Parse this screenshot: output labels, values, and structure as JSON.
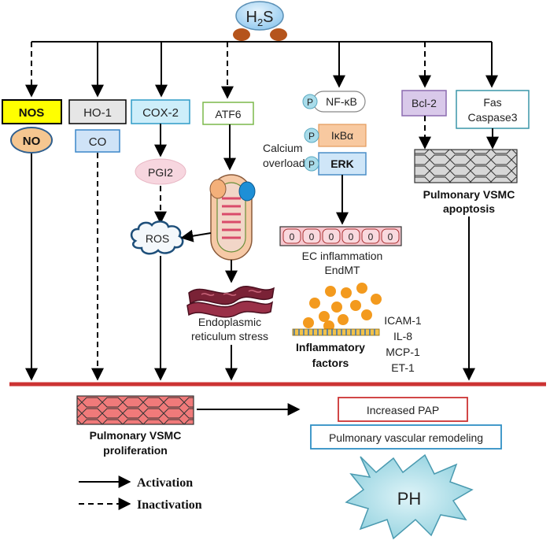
{
  "source": {
    "formula": "H2S",
    "main": "H",
    "sub": "2",
    "tail": "S"
  },
  "pathways": {
    "nos": "NOS",
    "no": "NO",
    "ho1": "HO-1",
    "co": "CO",
    "cox2": "COX-2",
    "pgi2": "PGI2",
    "ros": "ROS",
    "atf6": "ATF6",
    "calcium": [
      "Calcium",
      "overload"
    ],
    "er_stress": [
      "Endoplasmic",
      "reticulum stress"
    ],
    "p": "P",
    "nfkb": "NF-κB",
    "ikba": "IκBα",
    "erk": "ERK",
    "ec_inflammation": [
      "EC inflammation",
      "EndMT"
    ],
    "ec_cells": [
      "0",
      "0",
      "0",
      "0",
      "0",
      "0"
    ],
    "inflammatory_factors": [
      "Inflammatory",
      "factors"
    ],
    "factor_list": [
      "ICAM-1",
      "IL-8",
      "MCP-1",
      "ET-1"
    ],
    "bcl2": "Bcl-2",
    "fas": [
      "Fas",
      "Caspase3"
    ],
    "vsmc_apoptosis": [
      "Pulmonary VSMC",
      "apoptosis"
    ]
  },
  "outcomes": {
    "vsmc_proliferation": [
      "Pulmonary VSMC",
      "proliferation"
    ],
    "increased_pap": "Increased PAP",
    "remodeling": "Pulmonary vascular remodeling",
    "ph": "PH"
  },
  "legend": {
    "activation": "Activation",
    "inactivation": "Inactivation"
  },
  "colors": {
    "nos_fill": "#ffff00",
    "no_fill": "#f5c690",
    "ho1_fill": "#e6e6e6",
    "co_fill": "#cfe3f7",
    "cox2_fill": "#cdeefa",
    "pgi2_fill": "#f7d6df",
    "atf6_border": "#7bb84a",
    "bcl2_fill": "#d9c9ea",
    "bcl2_border": "#8c6bb0",
    "fas_border": "#3a95a8",
    "ikba_fill": "#f8c9a0",
    "erk_fill": "#cfe6f8",
    "ec_fill": "#f7c7cf",
    "baseline": "#cc3333",
    "pap_border": "#cc3333",
    "remodel_border": "#2f8fc4",
    "ph_fill": "#a9dce6",
    "dots": "#f39a1e",
    "p_circle": "#a9dcea",
    "h2s_fill": "#b8dcf4",
    "h2s_feet": "#b5541c"
  }
}
